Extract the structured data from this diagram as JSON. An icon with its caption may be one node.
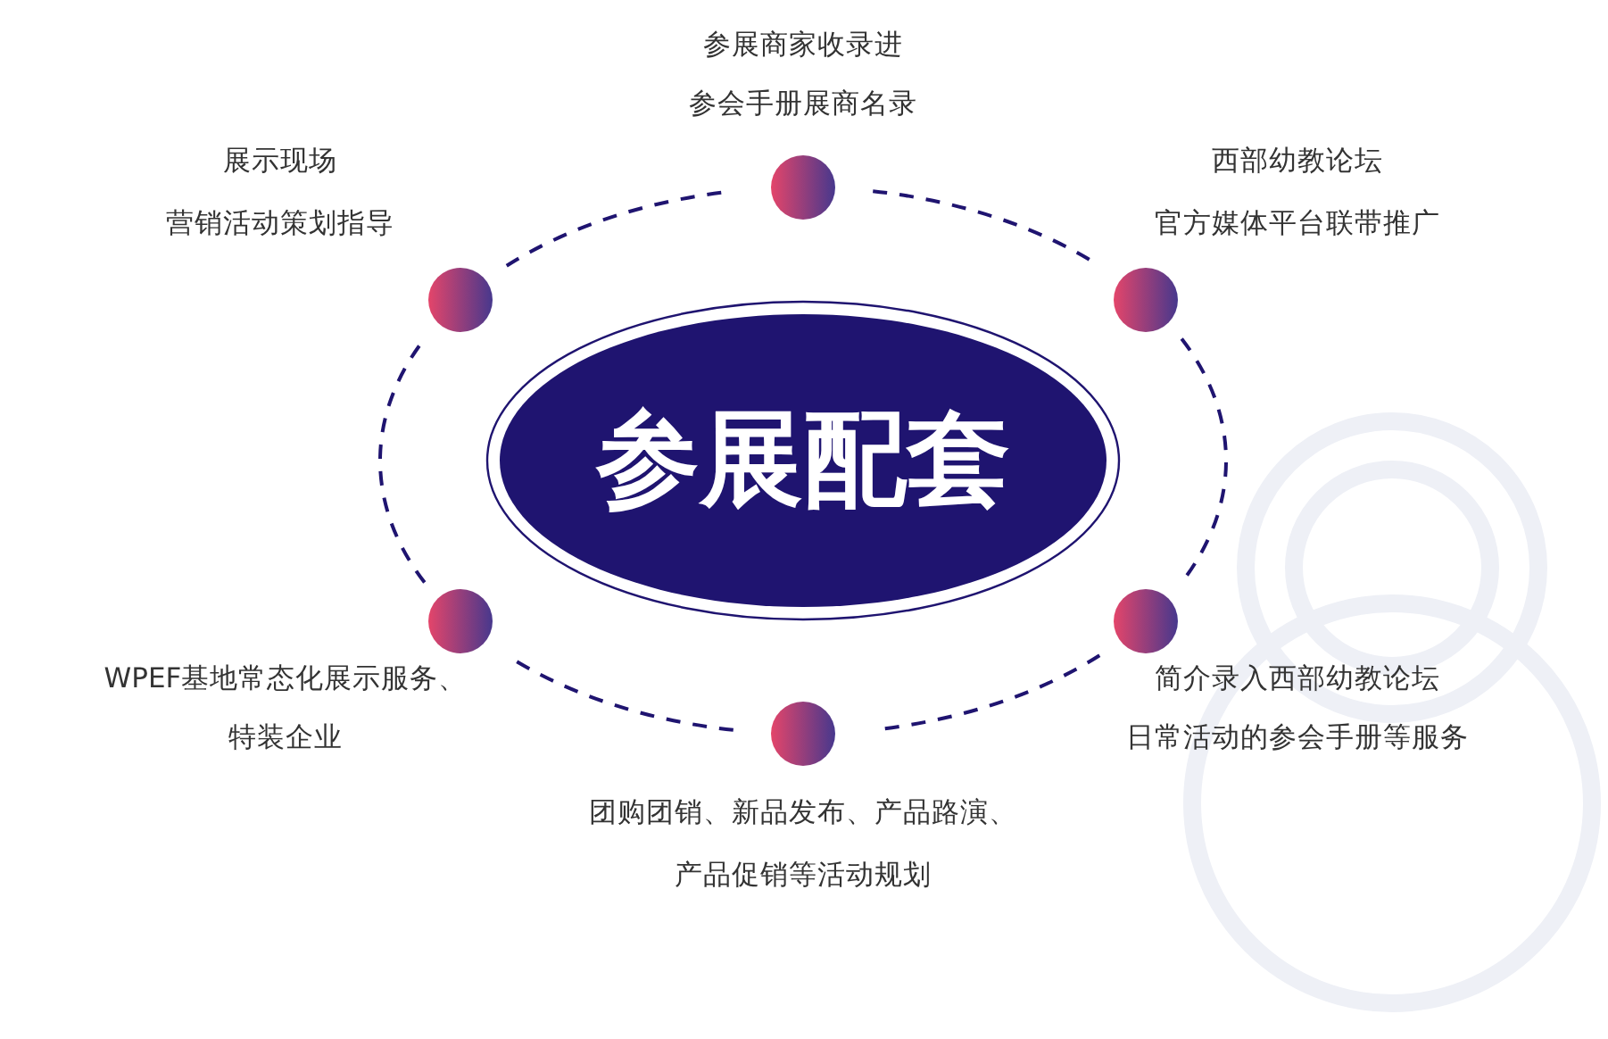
{
  "diagram": {
    "nodes": [
      {
        "text": [
          "参展配套"
        ]
      },
      {
        "text": [],
        "shape": "circle",
        "beside": [
          "参展商家收录进",
          "参会手册展商名录"
        ]
      },
      {
        "text": [],
        "shape": "circle",
        "beside": [
          "展示现场",
          "营销活动策划指导"
        ]
      },
      {
        "text": [],
        "shape": "circle",
        "beside": [
          "西部幼教论坛",
          "官方媒体平台联带推广"
        ]
      },
      {
        "text": [],
        "shape": "circle",
        "beside": [
          "WPEF基地常态化展示服务、",
          "特装企业"
        ]
      },
      {
        "text": [],
        "shape": "circle",
        "beside": [
          "简介录入西部幼教论坛",
          "日常活动的参会手册等服务"
        ]
      },
      {
        "text": [],
        "shape": "circle",
        "beside": [
          "团购团销、新品发布、产品路演、",
          "产品促销等活动规划"
        ]
      }
    ],
    "edges": [
      {
        "from": 1,
        "to": 3,
        "arrow": "none",
        "style": "dashed"
      },
      {
        "from": 3,
        "to": 5,
        "arrow": "none",
        "style": "dashed"
      },
      {
        "from": 5,
        "to": 6,
        "arrow": "none",
        "style": "dashed"
      },
      {
        "from": 6,
        "to": 4,
        "arrow": "none",
        "style": "dashed"
      },
      {
        "from": 4,
        "to": 2,
        "arrow": "none",
        "style": "dashed"
      },
      {
        "from": 2,
        "to": 1,
        "arrow": "none",
        "style": "dashed"
      }
    ]
  }
}
